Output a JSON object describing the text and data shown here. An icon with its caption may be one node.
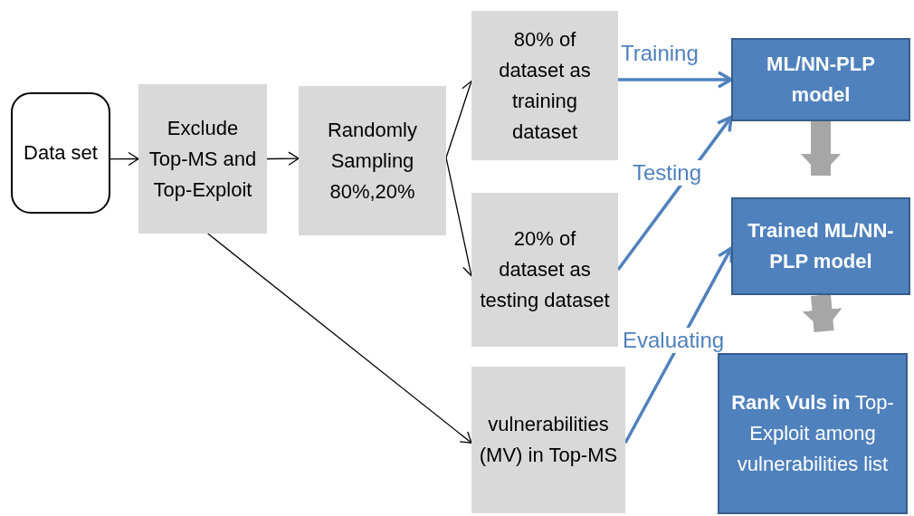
{
  "diagram": {
    "nodes": [
      {
        "text": [
          "Data set"
        ]
      },
      {
        "text": [
          "Exclude Top-MS and Top-Exploit"
        ]
      },
      {
        "text": [
          "Randomly Sampling 80%,20%"
        ]
      },
      {
        "text": [
          "80% of dataset as training dataset"
        ]
      },
      {
        "text": [
          "20% of dataset as testing dataset"
        ]
      },
      {
        "text": [
          "vulnerabilities (MV) in Top-MS"
        ]
      },
      {
        "text": [
          "ML/NN-PLP model"
        ]
      },
      {
        "text": [
          "Trained ML/NN-PLP model"
        ]
      },
      {
        "text": [
          "**Rank Vuls in** Top-Exploit among vulnerabilities list"
        ]
      }
    ],
    "edges": [
      {
        "from": 0,
        "to": 1,
        "arrow": "to"
      },
      {
        "from": 1,
        "to": 2,
        "arrow": "to"
      },
      {
        "from": 2,
        "to": 3,
        "arrow": "to"
      },
      {
        "from": 2,
        "to": 4,
        "arrow": "to"
      },
      {
        "from": 1,
        "to": 5,
        "arrow": "to"
      },
      {
        "from": 3,
        "to": 6,
        "arrow": "to",
        "label": "Training",
        "style": "thick",
        "color": "#4f81bd"
      },
      {
        "from": 4,
        "to": 6,
        "arrow": "to",
        "label": "Testing",
        "style": "thick",
        "color": "#4f81bd"
      },
      {
        "from": 5,
        "to": 7,
        "arrow": "to",
        "label": "Evaluating",
        "style": "thick",
        "color": "#4f81bd"
      },
      {
        "from": 6,
        "to": 7,
        "arrow": "to",
        "style": "thick",
        "color": "#a6a6a6"
      },
      {
        "from": 7,
        "to": 8,
        "arrow": "to",
        "style": "thick",
        "color": "#a6a6a6"
      }
    ]
  }
}
